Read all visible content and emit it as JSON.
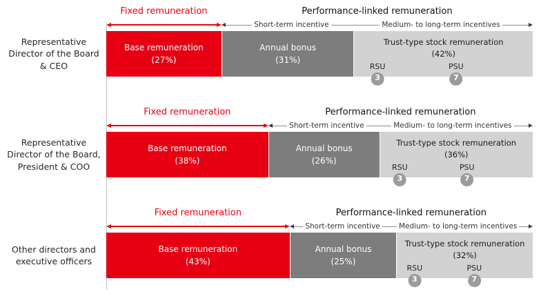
{
  "colors": {
    "red": "#e60012",
    "dark_gray": "#7d7d7d",
    "light_gray": "#d2d2d2",
    "badge_gray": "#9b9b9b"
  },
  "headers": {
    "fixed": "Fixed remuneration",
    "performance": "Performance-linked remuneration",
    "short_term": "Short-term incentive",
    "long_term": "Medium- to long-term incentives"
  },
  "rows": [
    {
      "label_lines": [
        "Representative",
        "Director of the Board",
        "& CEO"
      ],
      "segments": [
        {
          "label": "Base remuneration",
          "pct_label": "(27%)",
          "pct": 27
        },
        {
          "label": "Annual bonus",
          "pct_label": "(31%)",
          "pct": 31
        },
        {
          "label": "Trust-type stock remuneration",
          "pct_label": "(42%)",
          "pct": 42,
          "rsu_label": "RSU",
          "rsu_value": "3",
          "psu_label": "PSU",
          "psu_value": "7"
        }
      ]
    },
    {
      "label_lines": [
        "Representative",
        "Director of the Board,",
        "President & COO"
      ],
      "segments": [
        {
          "label": "Base remuneration",
          "pct_label": "(38%)",
          "pct": 38
        },
        {
          "label": "Annual bonus",
          "pct_label": "(26%)",
          "pct": 26
        },
        {
          "label": "Trust-type stock remuneration",
          "pct_label": "(36%)",
          "pct": 36,
          "rsu_label": "RSU",
          "rsu_value": "3",
          "psu_label": "PSU",
          "psu_value": "7"
        }
      ]
    },
    {
      "label_lines": [
        "Other directors and",
        "executive officers"
      ],
      "segments": [
        {
          "label": "Base remuneration",
          "pct_label": "(43%)",
          "pct": 43
        },
        {
          "label": "Annual bonus",
          "pct_label": "(25%)",
          "pct": 25
        },
        {
          "label": "Trust-type stock remuneration",
          "pct_label": "(32%)",
          "pct": 32,
          "rsu_label": "RSU",
          "rsu_value": "3",
          "psu_label": "PSU",
          "psu_value": "7"
        }
      ]
    }
  ],
  "chart_data": {
    "type": "bar",
    "orientation": "horizontal_stacked",
    "unit": "%",
    "categories": [
      "Representative Director of the Board & CEO",
      "Representative Director of the Board, President & COO",
      "Other directors and executive officers"
    ],
    "series": [
      {
        "name": "Base remuneration",
        "group": "Fixed remuneration",
        "values": [
          27,
          38,
          43
        ]
      },
      {
        "name": "Annual bonus",
        "group": "Performance-linked remuneration / Short-term incentive",
        "values": [
          31,
          26,
          25
        ]
      },
      {
        "name": "Trust-type stock remuneration",
        "group": "Performance-linked remuneration / Medium- to long-term incentives",
        "values": [
          42,
          36,
          32
        ]
      }
    ],
    "annotations": {
      "RSU": 3,
      "PSU": 7
    },
    "xlim": [
      0,
      100
    ],
    "legend": "none",
    "grid": "off"
  }
}
